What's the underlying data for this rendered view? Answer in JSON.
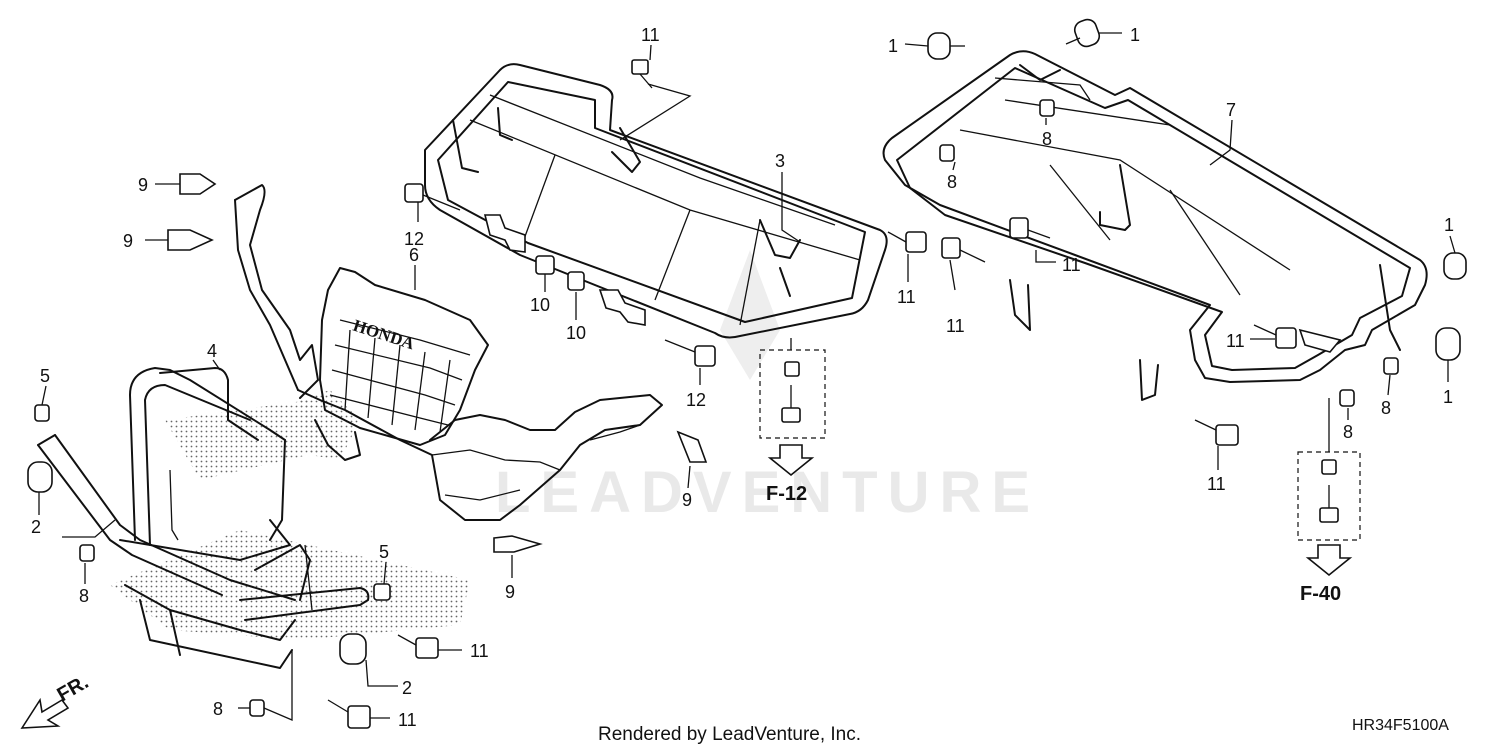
{
  "callouts": {
    "c1a": "1",
    "c1b": "1",
    "c1c": "1",
    "c1d": "1",
    "c2a": "2",
    "c2b": "2",
    "c3": "3",
    "c4": "4",
    "c5a": "5",
    "c5b": "5",
    "c6": "6",
    "c7": "7",
    "c8a": "8",
    "c8b": "8",
    "c8c": "8",
    "c8d": "8",
    "c8e": "8",
    "c8f": "8",
    "c9a": "9",
    "c9b": "9",
    "c9c": "9",
    "c9d": "9",
    "c10a": "10",
    "c10b": "10",
    "c11a": "11",
    "c11b": "11",
    "c11c": "11",
    "c11d": "11",
    "c11e": "11",
    "c11f": "11",
    "c11g": "11",
    "c11h": "11",
    "c12a": "12",
    "c12b": "12"
  },
  "references": {
    "front": "F-12",
    "rear": "F-40"
  },
  "direction_label": "FR.",
  "grille_brand": "HONDA",
  "watermark": "LEADVENTURE",
  "footer": {
    "rendered_by": "Rendered by LeadVenture, Inc.",
    "diagram_code": "HR34F5100A"
  }
}
